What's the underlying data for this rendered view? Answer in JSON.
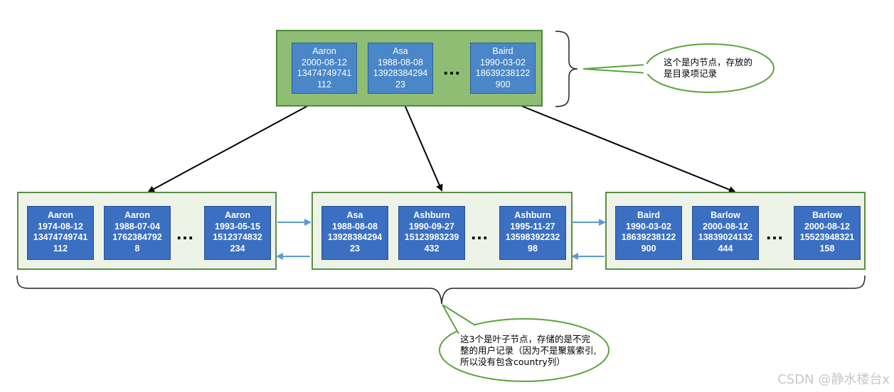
{
  "internal_node": {
    "records": [
      {
        "name": "Aaron",
        "date": "2000-08-12",
        "phone": "13474749741",
        "id": "112"
      },
      {
        "name": "Asa",
        "date": "1988-08-08",
        "phone": "13928384294",
        "id": "23"
      },
      {
        "name": "Baird",
        "date": "1990-03-02",
        "phone": "18639238122",
        "id": "900"
      }
    ],
    "ellipsis": "…",
    "callout": "这个是内节点，存放的是目录项记录"
  },
  "leaf_nodes": [
    {
      "records": [
        {
          "name": "Aaron",
          "date": "1974-08-12",
          "phone": "13474749741",
          "id": "112"
        },
        {
          "name": "Aaron",
          "date": "1988-07-04",
          "phone": "1762384792",
          "id": "8"
        },
        {
          "name": "Aaron",
          "date": "1993-05-15",
          "phone": "1512374832",
          "id": "234"
        }
      ]
    },
    {
      "records": [
        {
          "name": "Asa",
          "date": "1988-08-08",
          "phone": "13928384294",
          "id": "23"
        },
        {
          "name": "Ashburn",
          "date": "1990-09-27",
          "phone": "15123983239",
          "id": "432"
        },
        {
          "name": "Ashburn",
          "date": "1995-11-27",
          "phone": "13598392232",
          "id": "98"
        }
      ]
    },
    {
      "records": [
        {
          "name": "Baird",
          "date": "1990-03-02",
          "phone": "18639238122",
          "id": "900"
        },
        {
          "name": "Barlow",
          "date": "2000-08-12",
          "phone": "13839024132",
          "id": "444"
        },
        {
          "name": "Barlow",
          "date": "2000-08-12",
          "phone": "15523948321",
          "id": "158"
        }
      ]
    }
  ],
  "leaf_ellipsis": "…",
  "leaf_callout": {
    "line1": "这3个是叶子节点，存储的是不完",
    "line2": "整的用户记录（因为不是聚簇索引,",
    "line3": "所以没有包含country列）"
  },
  "watermark": "CSDN @静水楼台x",
  "colors": {
    "internal_fill": "#8fbd73",
    "leaf_fill": "#eef3e8",
    "record_fill": "#4a86c8",
    "leaf_record_fill": "#3a6fc2",
    "link_arrow": "#5b9bd5",
    "callout_border": "#5aa53b"
  }
}
